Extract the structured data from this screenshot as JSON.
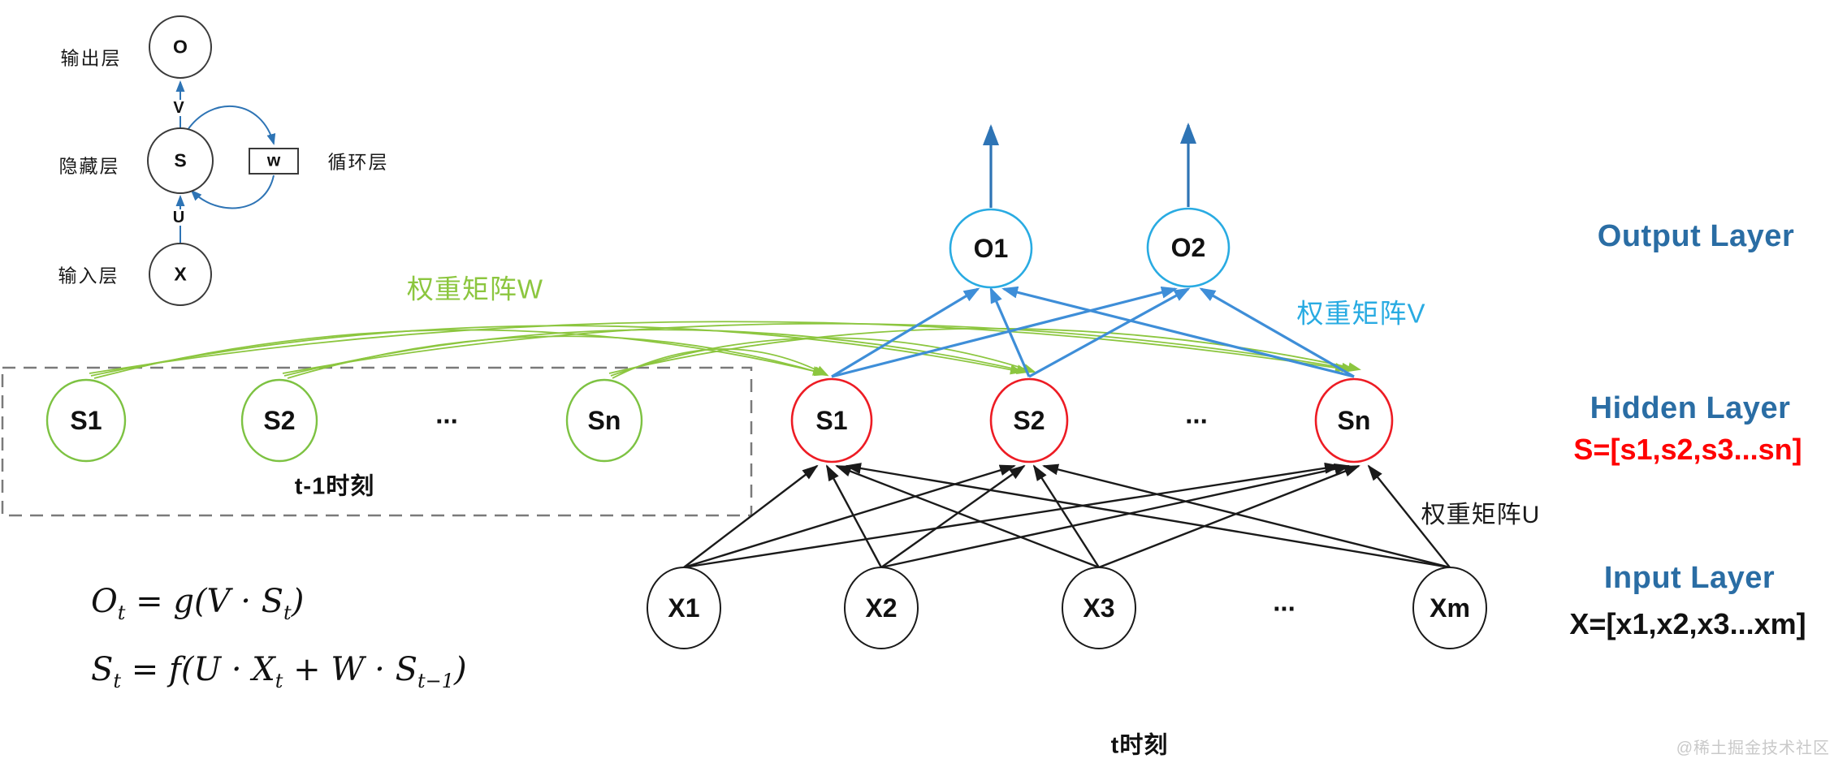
{
  "mini_diagram": {
    "layer_labels": {
      "output": "输出层",
      "hidden": "隐藏层",
      "input": "输入层",
      "recurrent": "循环层"
    },
    "nodes": {
      "output": "O",
      "hidden": "S",
      "input": "X"
    },
    "weights": {
      "v": "V",
      "u": "U",
      "w": "w"
    }
  },
  "prev_hidden_layer": {
    "nodes": [
      "S1",
      "S2",
      "Sn"
    ],
    "ellipsis": "...",
    "time_label": "t-1时刻"
  },
  "hidden_layer": {
    "nodes": [
      "S1",
      "S2",
      "Sn"
    ],
    "ellipsis": "..."
  },
  "output_layer": {
    "nodes": [
      "O1",
      "O2"
    ]
  },
  "input_layer": {
    "nodes": [
      "X1",
      "X2",
      "X3",
      "Xm"
    ],
    "ellipsis": "..."
  },
  "weight_labels": {
    "w": "权重矩阵W",
    "v": "权重矩阵V",
    "u": "权重矩阵U"
  },
  "side_labels": {
    "output": "Output Layer",
    "hidden": "Hidden Layer",
    "hidden_vector": "S=[s1,s2,s3...sn]",
    "input": "Input Layer",
    "input_vector": "X=[x1,x2,x3...xm]"
  },
  "formulas": {
    "eq1": [
      "O",
      "t",
      " = g(V · S",
      "t",
      ")"
    ],
    "eq2": [
      "S",
      "t",
      " = f(U · X",
      "t",
      " + W · S",
      "t−1",
      ")"
    ]
  },
  "time_label": "t时刻",
  "watermark": "@稀土掘金技术社区",
  "colors": {
    "green": "#8CC63F",
    "red": "#ED1C24",
    "cyan": "#29ABE2",
    "edge_blue": "#3E8ED8",
    "arrow_blue": "#2E74B5",
    "heading_blue": "#2A6DA4",
    "vector_red": "#FF0000",
    "watermark_gray": "#C9C9C9"
  }
}
